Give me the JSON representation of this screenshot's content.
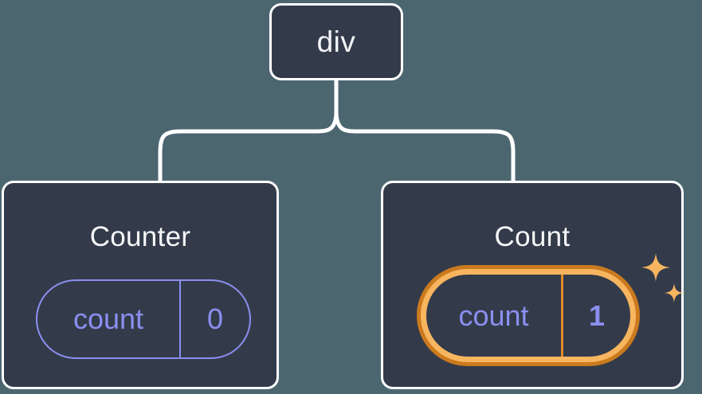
{
  "diagram": {
    "type": "component-tree",
    "background_color": "#4c6670",
    "node_fill_color": "#333b4a",
    "node_border_color": "#ffffff",
    "accent_color": "#8b8ff0",
    "highlight_outer_color": "#cb7a1e",
    "highlight_inner_color": "#f7b55f",
    "connector_color": "#ffffff"
  },
  "root": {
    "label": "div"
  },
  "children": [
    {
      "title": "Counter",
      "state": {
        "name": "count",
        "value": "0",
        "highlighted": false
      }
    },
    {
      "title": "Count",
      "state": {
        "name": "count",
        "value": "1",
        "highlighted": true
      },
      "sparkle_icons": [
        "sparkle-large",
        "sparkle-small"
      ]
    }
  ]
}
